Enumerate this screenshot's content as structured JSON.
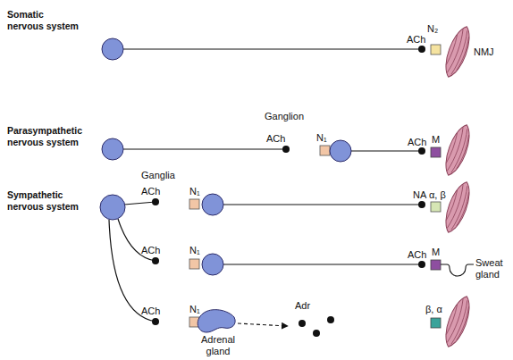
{
  "diagram": {
    "nodes": [
      {
        "text": [
          "NMJ"
        ]
      },
      {
        "text": [
          "Sweat gland"
        ]
      },
      {
        "text": [
          "Adrenal gland"
        ]
      }
    ],
    "labels": [
      "Somatic nervous system",
      "ACh",
      "N₂",
      "Parasympathetic nervous system",
      "Ganglion",
      "ACh",
      "N₁",
      "ACh",
      "M",
      "Sympathetic nervous system",
      "Ganglia",
      "ACh",
      "N₁",
      "NA",
      "α, β",
      "ACh",
      "N₁",
      "ACh",
      "M",
      "ACh",
      "N₁",
      "Adr",
      "β, α"
    ]
  }
}
